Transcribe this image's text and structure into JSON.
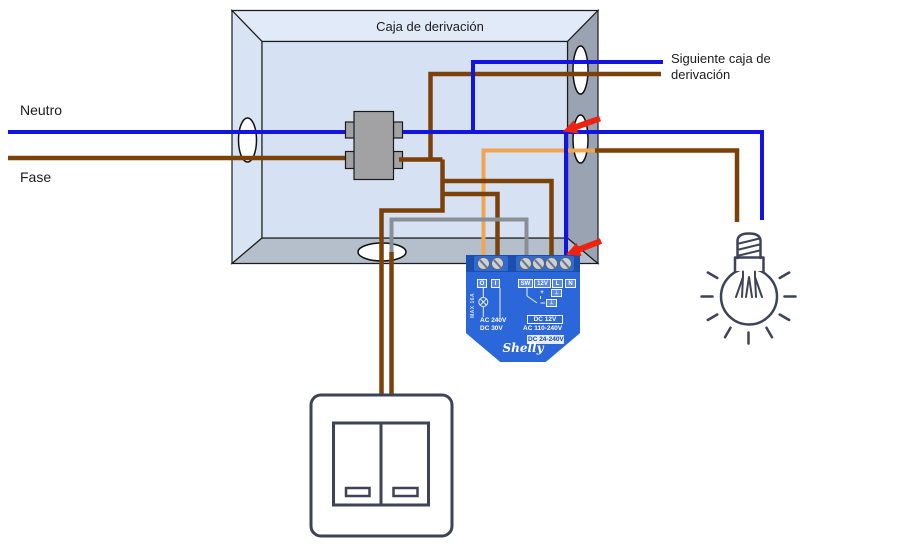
{
  "title": "Caja de derivación",
  "labels": {
    "neutral": "Neutro",
    "phase": "Fase",
    "next_box_line1": "Siguiente caja de",
    "next_box_line2": "derivación"
  },
  "colors": {
    "neutral_wire": "#1414e0",
    "phase_wire": "#7c4108",
    "output_wire_orange": "#f0a550",
    "switch_wire_gray": "#8a8f96",
    "arrow_red": "#ee2211",
    "device_outline": "#3e4358",
    "connector_gray": "#a2a2a4",
    "shelly_blue": "#2b67d8"
  },
  "shelly": {
    "brand": "Shelly",
    "terminals_left": [
      "O",
      "I"
    ],
    "terminals_right": [
      "SW",
      "12V",
      "L",
      "N"
    ],
    "plus": "+",
    "ground": "⊥",
    "max_rating": "MAX 16A",
    "rating_ac": "AC 240V",
    "rating_dc": "DC 30V",
    "rating_dc12": "DC 12V",
    "rating_ac_range": "AC 110-240V",
    "rating_dc_range": "DC 24-240V"
  }
}
